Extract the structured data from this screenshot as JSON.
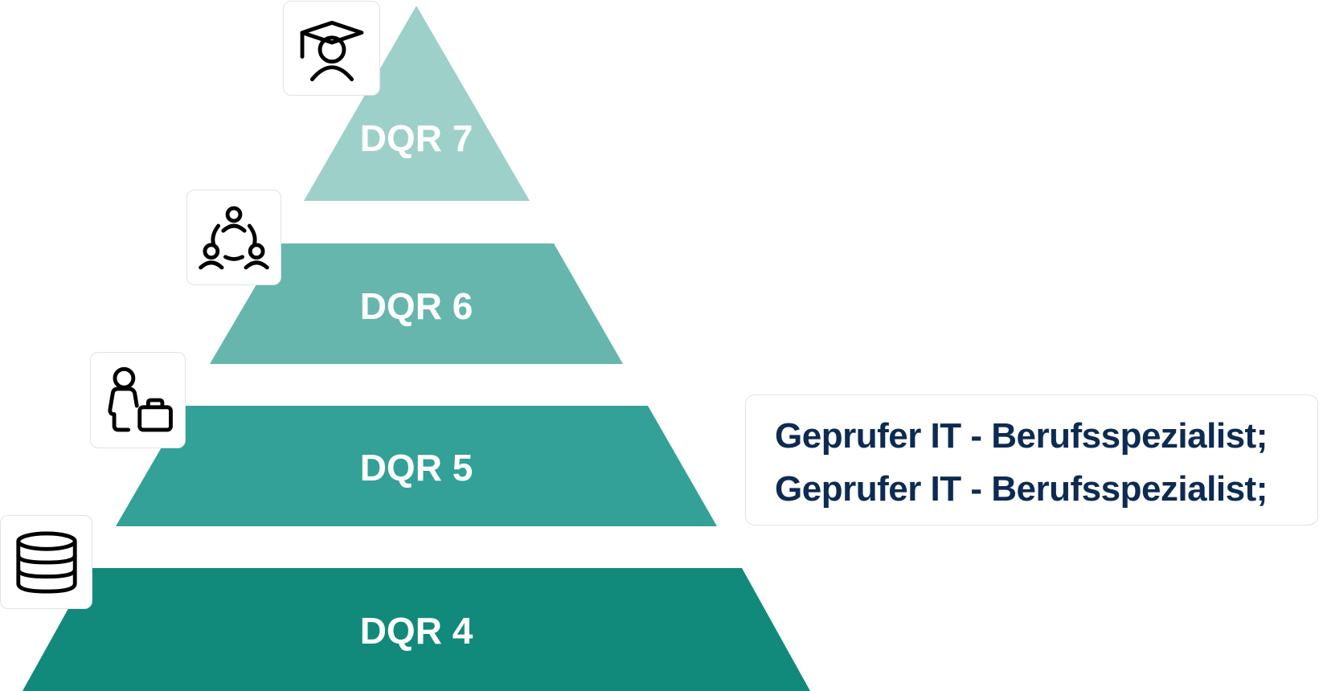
{
  "diagram": {
    "type": "pyramid",
    "tiers": [
      {
        "label": "DQR 7",
        "level": 7,
        "color": "#9ed0ca",
        "icon": "graduate-icon"
      },
      {
        "label": "DQR 6",
        "level": 6,
        "color": "#66b6ad",
        "icon": "team-network-icon"
      },
      {
        "label": "DQR 5",
        "level": 5,
        "color": "#33a197",
        "icon": "person-briefcase-icon"
      },
      {
        "label": "DQR 4",
        "level": 4,
        "color": "#118a7b",
        "icon": "database-icon"
      }
    ],
    "info_box": {
      "associated_tier": "DQR 5",
      "lines": [
        "Geprufer IT - Berufsspezialist;",
        "Geprufer IT - Berufsspezialist;"
      ],
      "text_color": "#0d2b52"
    }
  }
}
